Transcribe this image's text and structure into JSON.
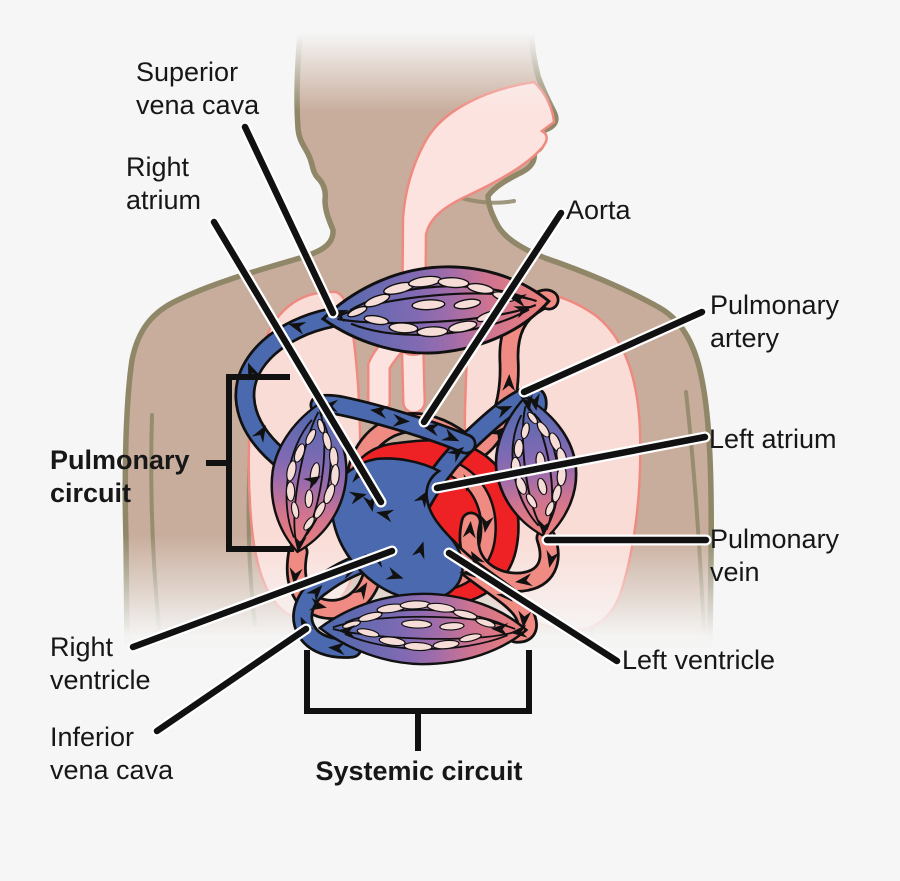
{
  "labels": {
    "superior_vena_cava": "Superior vena cava",
    "right_atrium": "Right atrium",
    "aorta": "Aorta",
    "pulmonary_artery": "Pulmonary artery",
    "left_atrium": "Left atrium",
    "pulmonary_vein": "Pulmonary vein",
    "left_ventricle": "Left ventricle",
    "right_ventricle": "Right ventricle",
    "inferior_vena_cava": "Inferior vena cava",
    "pulmonary_circuit": "Pulmonary circuit",
    "systemic_circuit": "Systemic circuit"
  },
  "colors": {
    "background": "#f6f6f6",
    "skin": "#c8ad9c",
    "body_outline": "#8f8768",
    "airway_pink": "#fce3df",
    "lung_pink": "#fadcd6",
    "pink_outline": "#ef8a80",
    "vessel_blue": "#4b69ae",
    "vessel_red": "#ef8b83",
    "heart_red": "#ee2224",
    "capillary_purple": "#9d6cab",
    "line_black": "#111111",
    "text": "#171717"
  }
}
